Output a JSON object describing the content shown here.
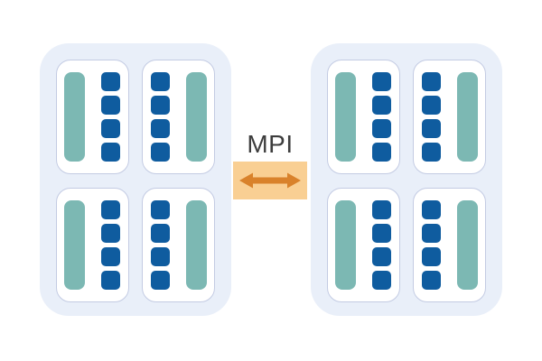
{
  "diagram": {
    "label": "MPI",
    "node_count": 2,
    "sockets_per_node": 4,
    "cores_per_socket": 4,
    "bars_per_socket": 1,
    "nodes": [
      {
        "id": "node-left",
        "sockets": [
          {
            "bar_side": "left"
          },
          {
            "bar_side": "right"
          },
          {
            "bar_side": "left"
          },
          {
            "bar_side": "right"
          }
        ]
      },
      {
        "id": "node-right",
        "sockets": [
          {
            "bar_side": "left"
          },
          {
            "bar_side": "right"
          },
          {
            "bar_side": "left"
          },
          {
            "bar_side": "right"
          }
        ]
      }
    ],
    "colors": {
      "background": "#FFFFFF",
      "node-fill": "#E9EFF9",
      "card-fill": "#FFFFFF",
      "card-border": "#C3CBE3",
      "bar-teal": "#7CB8B3",
      "core-blue": "#0F5C9F",
      "mpi-bg": "#F9CF93",
      "arrow-orange": "#D9822B",
      "label-color": "#3D3D3D"
    }
  }
}
